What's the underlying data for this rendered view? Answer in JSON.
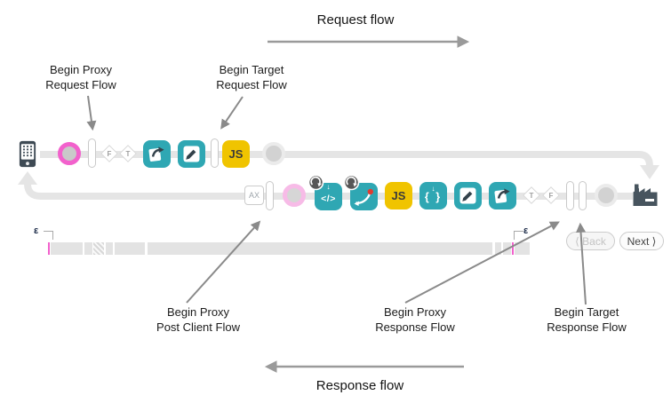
{
  "title_labels": {
    "request_flow": "Request flow",
    "response_flow": "Response flow"
  },
  "annotations": {
    "begin_proxy_request": {
      "line1": "Begin Proxy",
      "line2": "Request Flow"
    },
    "begin_target_request": {
      "line1": "Begin Target",
      "line2": "Request Flow"
    },
    "begin_proxy_post_client": {
      "line1": "Begin Proxy",
      "line2": "Post Client Flow"
    },
    "begin_proxy_response": {
      "line1": "Begin Proxy",
      "line2": "Response Flow"
    },
    "begin_target_response": {
      "line1": "Begin Target",
      "line2": "Response Flow"
    }
  },
  "request_row": {
    "diamond_f": "F",
    "diamond_t": "T",
    "js": "JS"
  },
  "response_row": {
    "analytics": "AX",
    "code": "</>",
    "js": "JS",
    "braces": "{ }",
    "diamond_t": "T",
    "diamond_f": "F"
  },
  "glyphs": {
    "down_arrow": "↓"
  },
  "timeline": {
    "epsilon_left": "ε",
    "epsilon_right": "ε"
  },
  "pager": {
    "back": "⟨ Back",
    "next": "Next ⟩"
  },
  "icon_names": [
    "mobile-client-icon",
    "start-circle-icon",
    "step-capsule-icon",
    "condition-diamond-icon",
    "callout-policy-icon",
    "assign-message-policy-icon",
    "javascript-policy-icon",
    "analytics-badge-icon",
    "code-policy-icon",
    "route-policy-icon",
    "extract-variables-policy-icon",
    "rotate-badge-icon",
    "end-circle-icon",
    "factory-target-icon"
  ],
  "colors": {
    "teal": "#2FA7B3",
    "yellow": "#F0C400",
    "pink": "#F261CC",
    "pink_light": "#F7BBE7",
    "track": "#E5E5E5",
    "node_gray": "#D2D2D2",
    "dark": "#33424B",
    "factory": "#47545E",
    "annotation_arrow": "#8A8A8A",
    "red_dot": "#E03C31"
  }
}
